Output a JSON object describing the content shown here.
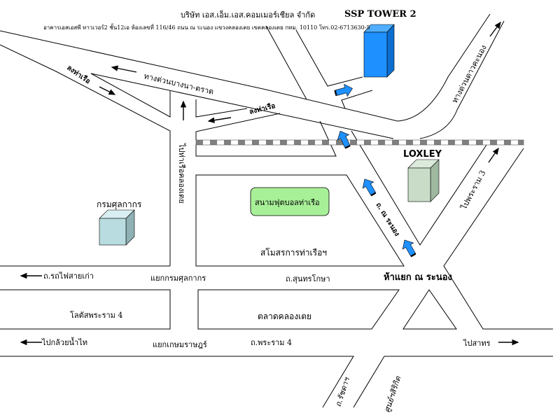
{
  "header": {
    "company": "บริษัท เอส.เอ็ม.เอส.คอมเมอร์เชียล จำกัด",
    "building": "SSP TOWER 2",
    "address": "อาคารเอสเอสพี ทาวเวอร์2 ชั้น12เอ ห้องเลขที่ 116/46 ถนน ณ ระนอง แขวงคลองเตย เขตคลองเตย กทม. 10110 โทร.02-6713630-5"
  },
  "labels": {
    "bangna_expressway": "ทางด่วนบางนา-ตราด",
    "to_port_left": "ลงท่าเรือ",
    "to_port_right": "ลงท่าเรือ",
    "dao_kanong_expressway": "ทางด่วนดาวคะนอง",
    "to_klongtoey_port": "ไปท่าเรือคลองเตย",
    "customs": "กรมศุลกากร",
    "football_field": "สนามฟุตบอลท่าเรือ",
    "na_ranong_road": "ถ. ณ ระนอง",
    "port_club": "สโมสรการท่าเรือฯ",
    "loxley": "LOXLEY",
    "to_rama3": "ไปพระราม 3",
    "old_railway_road": "ถ.รถไฟสายเก่า",
    "customs_junction": "แยกกรมศุลกากร",
    "sunthon_kosa_road": "ถ.สุนทรโกษา",
    "na_ranong_junction": "ห้าแยก ณ ระนอง",
    "lotus_rama4": "โลตัสพระราม 4",
    "klongtoey_market": "ตลาดคลองเตย",
    "to_kluaynamthai": "ไปกล้วยน้ำไท",
    "kasemrat_junction": "แยกเกษมราษฎร์",
    "rama4_road": "ถ.พระราม 4",
    "to_sathorn": "ไปสาทร",
    "ratchada_road": "ถ.รัชดาฯ",
    "sirikit_center": "ศูนย์ฯสิริกิต"
  },
  "colors": {
    "ssp_tower": "#1E90FF",
    "loxley_building": "#C8DCC8",
    "customs_building": "#B8DCE0",
    "football_field": "#A8F098",
    "route_arrow": "#1E90FF",
    "railway": "#808080"
  },
  "icons": {
    "route_arrow": "blue-block-arrow",
    "direction_arrow": "black-arrow",
    "railway": "railway-track"
  }
}
